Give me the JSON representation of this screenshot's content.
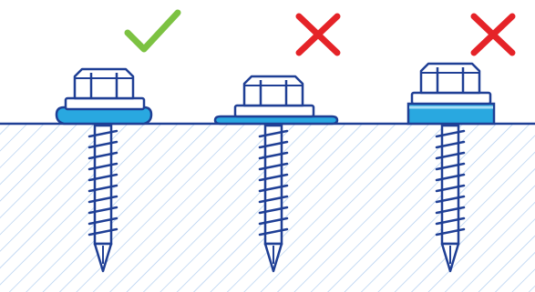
{
  "figure": {
    "colors": {
      "outline": "#1f3f95",
      "washer_blue": "#29a8e0",
      "washer_light": "#a9def5",
      "check": "#7cc242",
      "cross": "#e52328",
      "hatch": "#a9c9ee",
      "metal": "#ffffff"
    },
    "fasteners": [
      {
        "id": "correct",
        "status": "correct",
        "marker_icon": "check-icon",
        "washer_state": "correctly-compressed"
      },
      {
        "id": "over",
        "status": "incorrect",
        "marker_icon": "cross-icon",
        "washer_state": "over-compressed"
      },
      {
        "id": "under",
        "status": "incorrect",
        "marker_icon": "cross-icon",
        "washer_state": "under-compressed"
      }
    ]
  }
}
